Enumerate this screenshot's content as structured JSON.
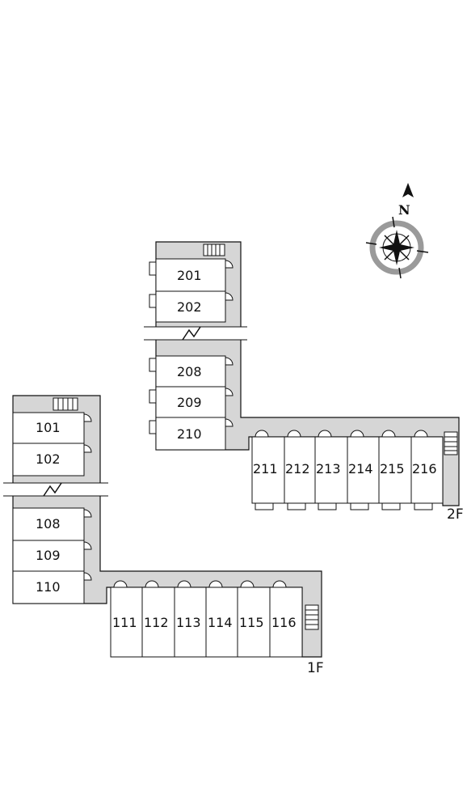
{
  "floor_2": {
    "label": "2F",
    "west_units": [
      "201",
      "202",
      "208",
      "209",
      "210"
    ],
    "south_units": [
      "211",
      "212",
      "213",
      "214",
      "215",
      "216"
    ]
  },
  "floor_1": {
    "label": "1F",
    "west_units": [
      "101",
      "102",
      "108",
      "109",
      "110"
    ],
    "south_units": [
      "111",
      "112",
      "113",
      "114",
      "115",
      "116"
    ]
  },
  "compass": {
    "north_label": "N"
  },
  "colors": {
    "corridor": "#d6d6d6",
    "line": "#111111",
    "compass_ring": "#9a9a9a"
  }
}
